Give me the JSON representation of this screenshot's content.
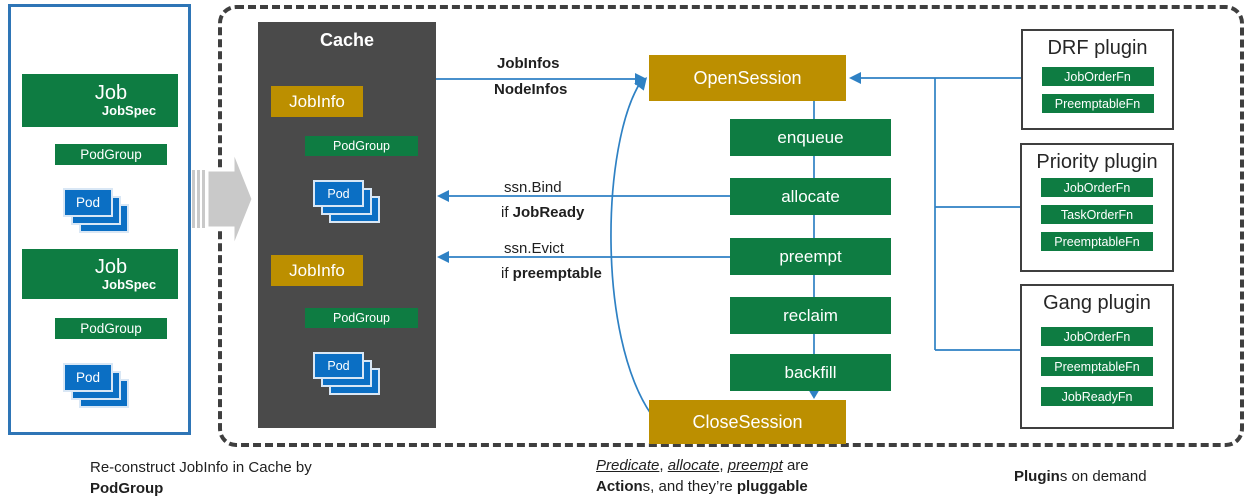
{
  "left_panel": {
    "jobs": [
      {
        "title": "Job",
        "subtitle": "JobSpec",
        "podgroup": "PodGroup",
        "pod": "Pod"
      },
      {
        "title": "Job",
        "subtitle": "JobSpec",
        "podgroup": "PodGroup",
        "pod": "Pod"
      }
    ],
    "caption": {
      "line1": "Re-construct JobInfo in Cache by",
      "line2_bold": "PodGroup"
    }
  },
  "cache": {
    "title": "Cache",
    "groups": [
      {
        "jobinfo": "JobInfo",
        "podgroup": "PodGroup",
        "pod": "Pod"
      },
      {
        "jobinfo": "JobInfo",
        "podgroup": "PodGroup",
        "pod": "Pod"
      }
    ]
  },
  "pipeline": {
    "open_session": "OpenSession",
    "actions": [
      "enqueue",
      "allocate",
      "preempt",
      "reclaim",
      "backfill"
    ],
    "close_session": "CloseSession"
  },
  "edges": {
    "jobinfos": "JobInfos",
    "nodeinfos": "NodeInfos",
    "bind": "ssn.Bind",
    "bind_if": "if ",
    "bind_cond": "JobReady",
    "evict": "ssn.Evict",
    "evict_if": "if ",
    "evict_cond": "preemptable"
  },
  "plugins": [
    {
      "title": "DRF plugin",
      "fns": [
        "JobOrderFn",
        "PreemptableFn"
      ]
    },
    {
      "title": "Priority plugin",
      "fns": [
        "JobOrderFn",
        "TaskOrderFn",
        "PreemptableFn"
      ]
    },
    {
      "title": "Gang plugin",
      "fns": [
        "JobOrderFn",
        "PreemptableFn",
        "JobReadyFn"
      ]
    }
  ],
  "captions": {
    "mid": {
      "w1": "Predicate",
      "s1": ", ",
      "w2": "allocate",
      "s2": ", ",
      "w3": "preempt",
      "s3": " are",
      "l2b1": "Action",
      "l2r1": "s, and they’re ",
      "l2b2": "pluggable"
    },
    "right": {
      "bold": "Plugin",
      "rest": "s on demand"
    }
  },
  "colors": {
    "green": "#0e7c42",
    "gold": "#bc8f00",
    "pod_blue": "#0b6fc4",
    "wire_blue": "#2e81c4",
    "cache_gray": "#4a4a4a",
    "frame_gray": "#3f3f3f",
    "big_arrow_gray": "#c9c9c9"
  }
}
